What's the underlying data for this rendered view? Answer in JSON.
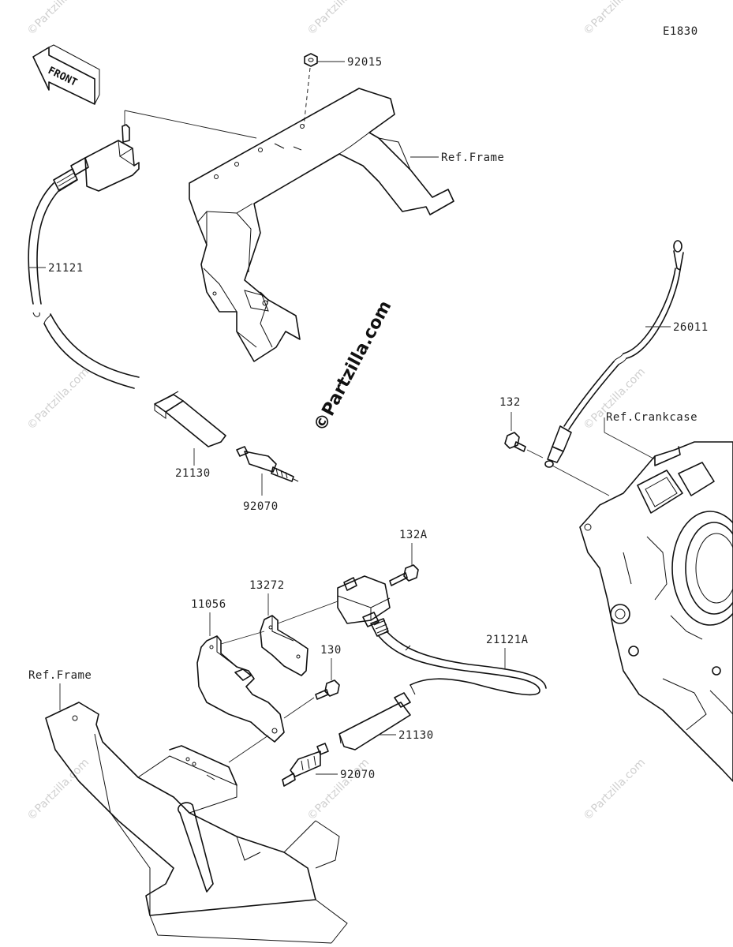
{
  "diagram_code": "E1830",
  "front_label": "FRONT",
  "copyright": "©Partzilla.com",
  "watermark": "©Partzilla.com",
  "labels": {
    "p92015": "92015",
    "ref_frame_top": "Ref.Frame",
    "p21121": "21121",
    "p26011": "26011",
    "p132": "132",
    "ref_crankcase": "Ref.Crankcase",
    "p21130_top": "21130",
    "p92070_top": "92070",
    "p132A": "132A",
    "p13272": "13272",
    "p11056": "11056",
    "p130": "130",
    "p21121A": "21121A",
    "ref_frame_bottom": "Ref.Frame",
    "p21130_bottom": "21130",
    "p92070_bottom": "92070"
  }
}
